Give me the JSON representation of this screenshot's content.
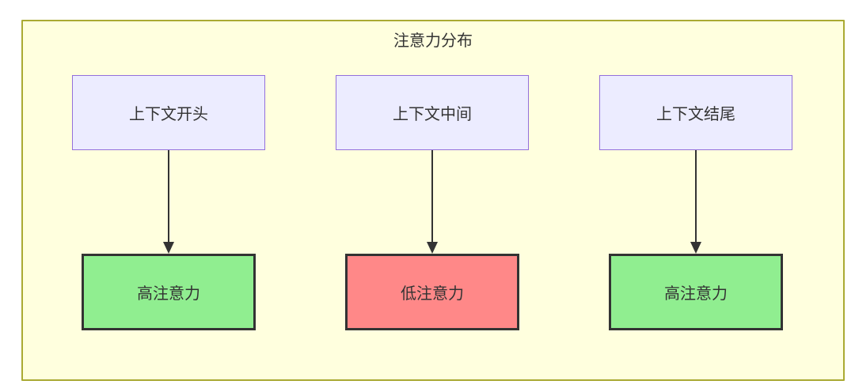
{
  "diagram": {
    "title": "注意力分布",
    "columns": [
      {
        "source": "上下文开头",
        "target": "高注意力",
        "level": "high"
      },
      {
        "source": "上下文中间",
        "target": "低注意力",
        "level": "low"
      },
      {
        "source": "上下文结尾",
        "target": "高注意力",
        "level": "high"
      }
    ],
    "colors": {
      "container_fill": "#ffffde",
      "container_border": "#aaaa33",
      "source_fill": "#ECECFF",
      "source_border": "#9370DB",
      "high_attention_fill": "#90EE90",
      "low_attention_fill": "#FF8888",
      "target_border": "#333333",
      "arrow": "#333333",
      "text": "#333333"
    }
  }
}
